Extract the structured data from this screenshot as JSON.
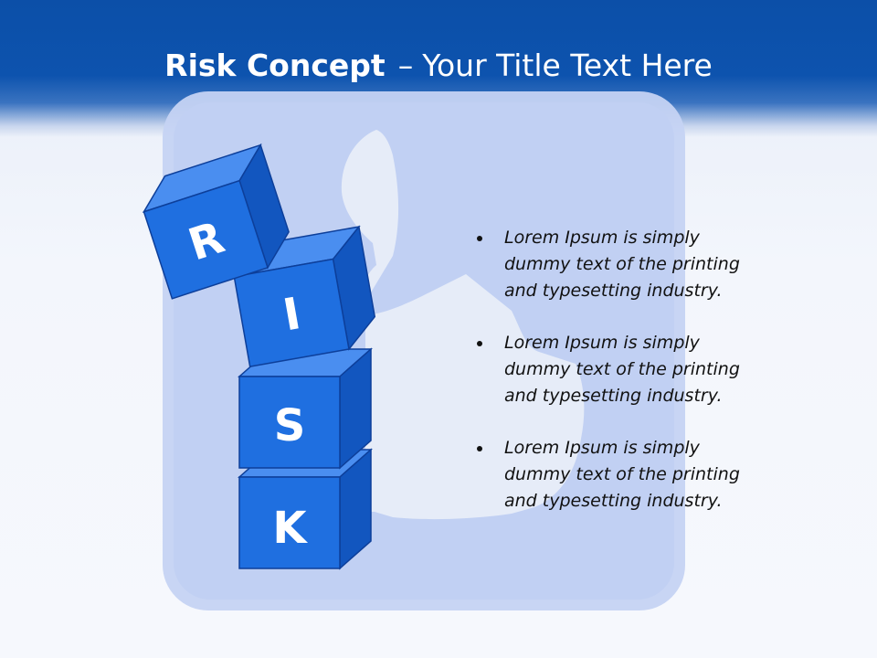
{
  "slide": {
    "title_bold": "Risk Concept",
    "title_sep": "–",
    "title_rest": "Your Title Text Here"
  },
  "blocks": {
    "letters": [
      "R",
      "I",
      "S",
      "K"
    ]
  },
  "bullets": [
    "Lorem Ipsum is simply dummy text of the printing and typesetting industry.",
    "Lorem Ipsum is simply dummy text of the printing and typesetting industry.",
    "Lorem Ipsum is simply dummy text of the printing and typesetting industry."
  ],
  "colors": {
    "header_blue": "#0d53ae",
    "block_front": "#1f6fe0",
    "block_top": "#4a8ef0",
    "block_side": "#1256bf",
    "watermark": "#c5d3f3"
  }
}
